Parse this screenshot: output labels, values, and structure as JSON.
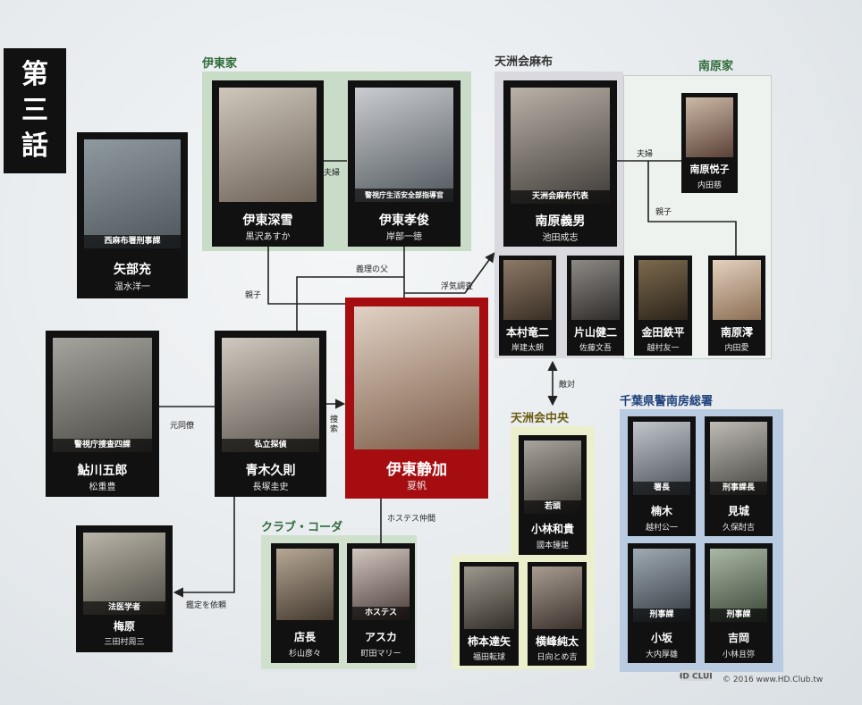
{
  "title": [
    "第",
    "三",
    "話"
  ],
  "colors": {
    "ito_group": "#c9dcc7",
    "tenshu_azabu_group": "#d9d9df",
    "minamihara_group": "#eef2ef",
    "police_group": "#b8cbe1",
    "chuo_group": "#ecefcc",
    "club_group": "#cfe1cc",
    "main_card": "#a60d10",
    "card": "#111111"
  },
  "groups": {
    "ito": "伊東家",
    "tenshu_azabu": "天洲会麻布",
    "minamihara": "南原家",
    "chiba_police": "千葉県警南房総署",
    "tenshu_chuo": "天洲会中央",
    "club": "クラブ・コーダ"
  },
  "characters": {
    "yabe": {
      "role": "西麻布署刑事課",
      "name": "矢部充",
      "actor": "温水洋一"
    },
    "ito_miyuki": {
      "role": "",
      "name": "伊東深雪",
      "actor": "黒沢あすか"
    },
    "ito_takatoshi": {
      "role": "警視庁生活安全部指導官",
      "name": "伊東孝俊",
      "actor": "岸部一徳"
    },
    "minamihara_yoshio": {
      "role": "天洲会麻布代表",
      "name": "南原義男",
      "actor": "池田成志"
    },
    "minamihara_etsuko": {
      "role": "",
      "name": "南原悦子",
      "actor": "内田慈"
    },
    "kimura": {
      "role": "",
      "name": "本村竜二",
      "actor": "岸建太朗"
    },
    "katayama": {
      "role": "",
      "name": "片山健二",
      "actor": "佐藤文吾"
    },
    "kaneda": {
      "role": "",
      "name": "金田鉄平",
      "actor": "越村友一"
    },
    "minamihara_mio": {
      "role": "",
      "name": "南原澪",
      "actor": "内田愛"
    },
    "ayukawa": {
      "role": "警視庁捜査四課",
      "name": "鮎川五郎",
      "actor": "松重豊"
    },
    "aoki": {
      "role": "私立探偵",
      "name": "青木久則",
      "actor": "長塚圭史"
    },
    "ito_shizuka": {
      "role": "",
      "name": "伊東静加",
      "actor": "夏帆"
    },
    "umehara": {
      "role": "法医学者",
      "name": "梅原",
      "actor": "三田村周三"
    },
    "tencho": {
      "role": "",
      "name": "店長",
      "actor": "杉山彦々"
    },
    "asuka": {
      "role": "ホステス",
      "name": "アスカ",
      "actor": "町田マリー"
    },
    "kobayashi": {
      "role": "若頭",
      "name": "小林和貴",
      "actor": "國本鍾建"
    },
    "kakimoto": {
      "role": "",
      "name": "柿本達矢",
      "actor": "福田転球"
    },
    "yokomine": {
      "role": "",
      "name": "横峰純太",
      "actor": "日向とめ吉"
    },
    "kusunoki": {
      "role": "署長",
      "name": "楠木",
      "actor": "越村公一"
    },
    "mishiro": {
      "role": "刑事課長",
      "name": "見城",
      "actor": "久保酎吉"
    },
    "kosaka": {
      "role": "刑事課",
      "name": "小坂",
      "actor": "大内厚雄"
    },
    "yoshioka": {
      "role": "刑事課",
      "name": "吉岡",
      "actor": "小林且弥"
    }
  },
  "relations": {
    "fufu1": "夫婦",
    "fufu2": "夫婦",
    "oyako1": "親子",
    "oyako2": "親子",
    "giri_chichi": "義理の父",
    "uwaki": "浮気調査",
    "moto_doryo": "元同僚",
    "sousaku": "捜索",
    "hostess_nakama": "ホステス仲間",
    "kantei": "鑑定を依頼",
    "tekitai": "敵対"
  },
  "copyright": "© 2016 www.HD.Club.tw",
  "logo_text": "HD CLUB"
}
